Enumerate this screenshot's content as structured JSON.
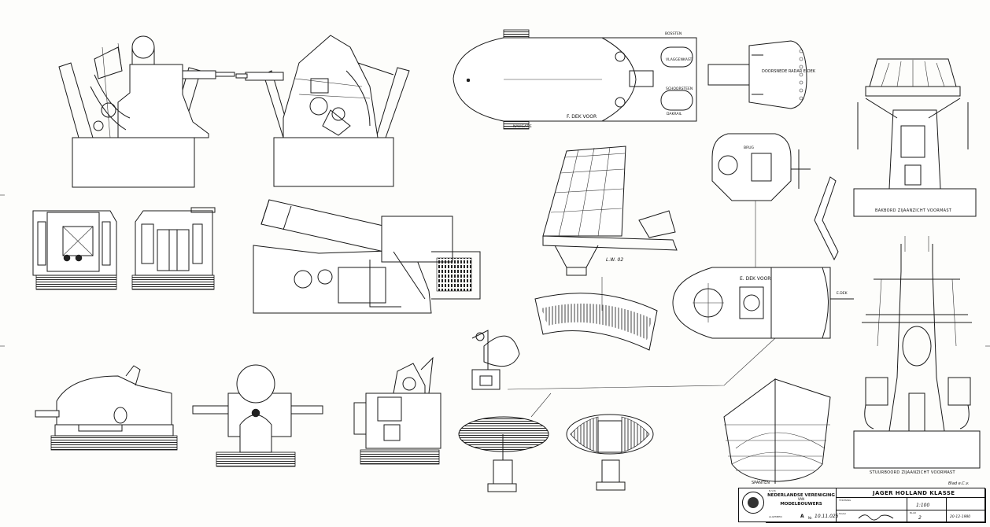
{
  "labels": {
    "deck_f": "F. DEK VOOR",
    "deck_e": "E. DEK VOOR",
    "lw02": "L.W. 02",
    "fore_mast_sb": "BAKBORD ZIJAANZICHT VOORMAST",
    "fore_mast_bb": "STUURBOORD ZIJAANZICHT VOORMAST",
    "section_e_dek": "DOORSNEDE RADAR E-DEK",
    "spanten": "SPANTEN",
    "note_top1": "BOSSTEN",
    "note_top2": "VLAGGENKAST",
    "note_top3": "SCHOORSTEEN",
    "note_top4": "NAVIGATIE",
    "note_top5": "DAKRAIL",
    "note_bridge": "BRUG",
    "note_e": "E.DEK",
    "sheet_note": "Blad e.C.v."
  },
  "title_block": {
    "ship": "JAGER HOLLAND KLASSE",
    "org_line1": "NEDERLANDSE VERENIGING",
    "org_line2": "VAN",
    "org_line3": "MODELBOUWERS",
    "number_label": "Nr.",
    "number_value": "10.11.025",
    "drawn_label": "TEKENING",
    "sheet_label": "BLAD",
    "sheet_value": "2",
    "scale_value": "1:100",
    "date_value": "20-12-1980",
    "revision": "A",
    "small_field_top": "N.V.M.",
    "small_field_left": "ALGEMEEN",
    "author_label": "Model"
  }
}
